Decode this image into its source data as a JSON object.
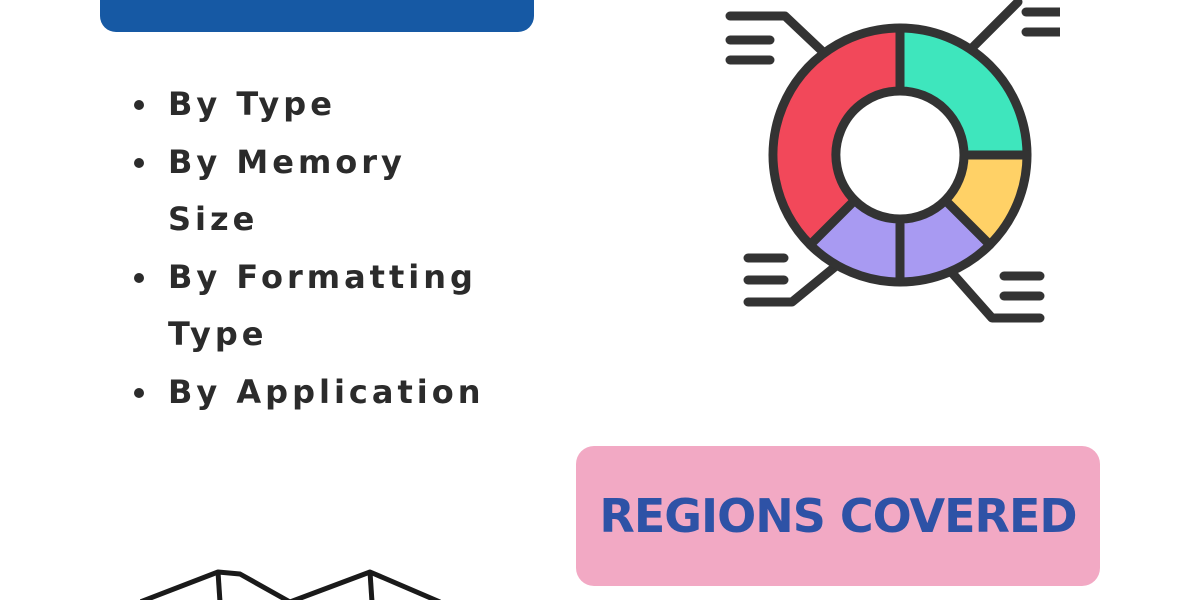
{
  "segmentation": {
    "items": [
      {
        "label": "By Type"
      },
      {
        "label": "By Memory Size",
        "lines": [
          "By Memory",
          "Size"
        ]
      },
      {
        "label": "By Formatting Type",
        "lines": [
          "By Formatting",
          "Type"
        ]
      },
      {
        "label": "By Application"
      }
    ]
  },
  "regions": {
    "title": "REGIONS COVERED"
  },
  "icons": [
    "donut-chart-icon",
    "map-fold-icon"
  ],
  "colors": {
    "banner_blue": "#1659a4",
    "card_pink": "#f2a9c4",
    "title_blue": "#2e52a6",
    "segment_red": "#f2485a",
    "segment_teal": "#3ee6bd",
    "segment_yellow": "#ffd166",
    "segment_purple": "#a89af2",
    "outline": "#333333"
  }
}
